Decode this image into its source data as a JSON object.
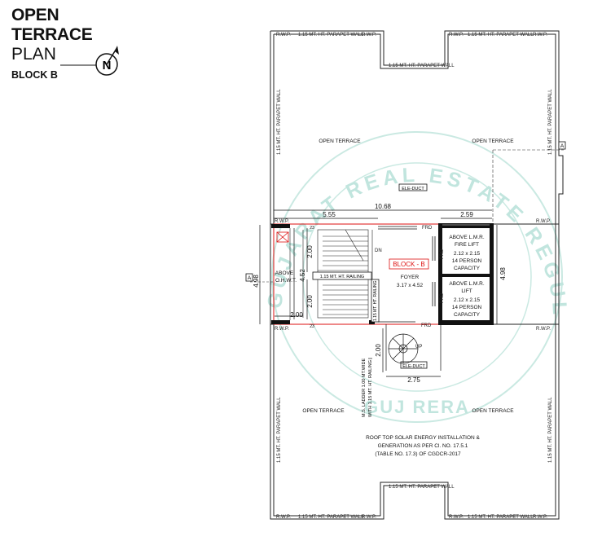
{
  "title": {
    "line1": "OPEN",
    "line2": "TERRACE",
    "line3": "PLAN",
    "line4": "BLOCK B"
  },
  "north": "N",
  "watermark": {
    "ring_text": "GUJARAT REAL ESTATE REGULATORY AUTHORITY",
    "bottom_text": "GUJ RERA"
  },
  "labels": {
    "rwp_left": "R.W.P.",
    "rwp_right": "R.W.P.",
    "parapet": "1.15 MT. HT. PARAPET WALL",
    "open_terrace": "OPEN TERRACE",
    "ele_duct": "ELE-DUCT",
    "section_mark": "A",
    "block": "BLOCK - B",
    "foyer": "FOYER",
    "foyer_dim": "3.17 x 4.52",
    "above_ohwt_1": "ABOVE",
    "above_ohwt_2": "O.H.W.T.",
    "dn": "DN",
    "up": "UP",
    "frd": "FRD",
    "railing": "1.15 MT. HT. RAILING",
    "lmr": "ABOVE L.M.R.",
    "fire_lift": "FIRE LIFT",
    "lift": "LIFT",
    "lift_dim": "2.12 x 2.15",
    "persons": "14 PERSON",
    "capacity": "CAPACITY",
    "ladder": "M.S. LADDER 1.00 MT.WIDE",
    "ladder2": "WITH 1.15 MT. HT. RAILING",
    "solar1": "ROOF TOP SOLAR ENERGY INSTALLATION &",
    "solar2": "GENERATION AS PER Cl. NO. 17.5.1",
    "solar3": "(TABLE NO. 17.3) OF CGDCR-2017"
  },
  "dimensions": {
    "overall_width": "10.68",
    "left_width": "5.55",
    "right_width": "2.59",
    "height_left": "4.98",
    "height_right": "4.98",
    "stair_h1": "2.00",
    "stair_h2": "4.52",
    "stair_h3": "2.00",
    "stair_w": "2.00",
    "spiral_h": "2.00",
    "spiral_w": "2.75",
    "tread_23": "23"
  },
  "colors": {
    "outline": "#1a1a1a",
    "red": "#dd1111",
    "wall": "#111111",
    "watermark": "#8fd0c4"
  }
}
